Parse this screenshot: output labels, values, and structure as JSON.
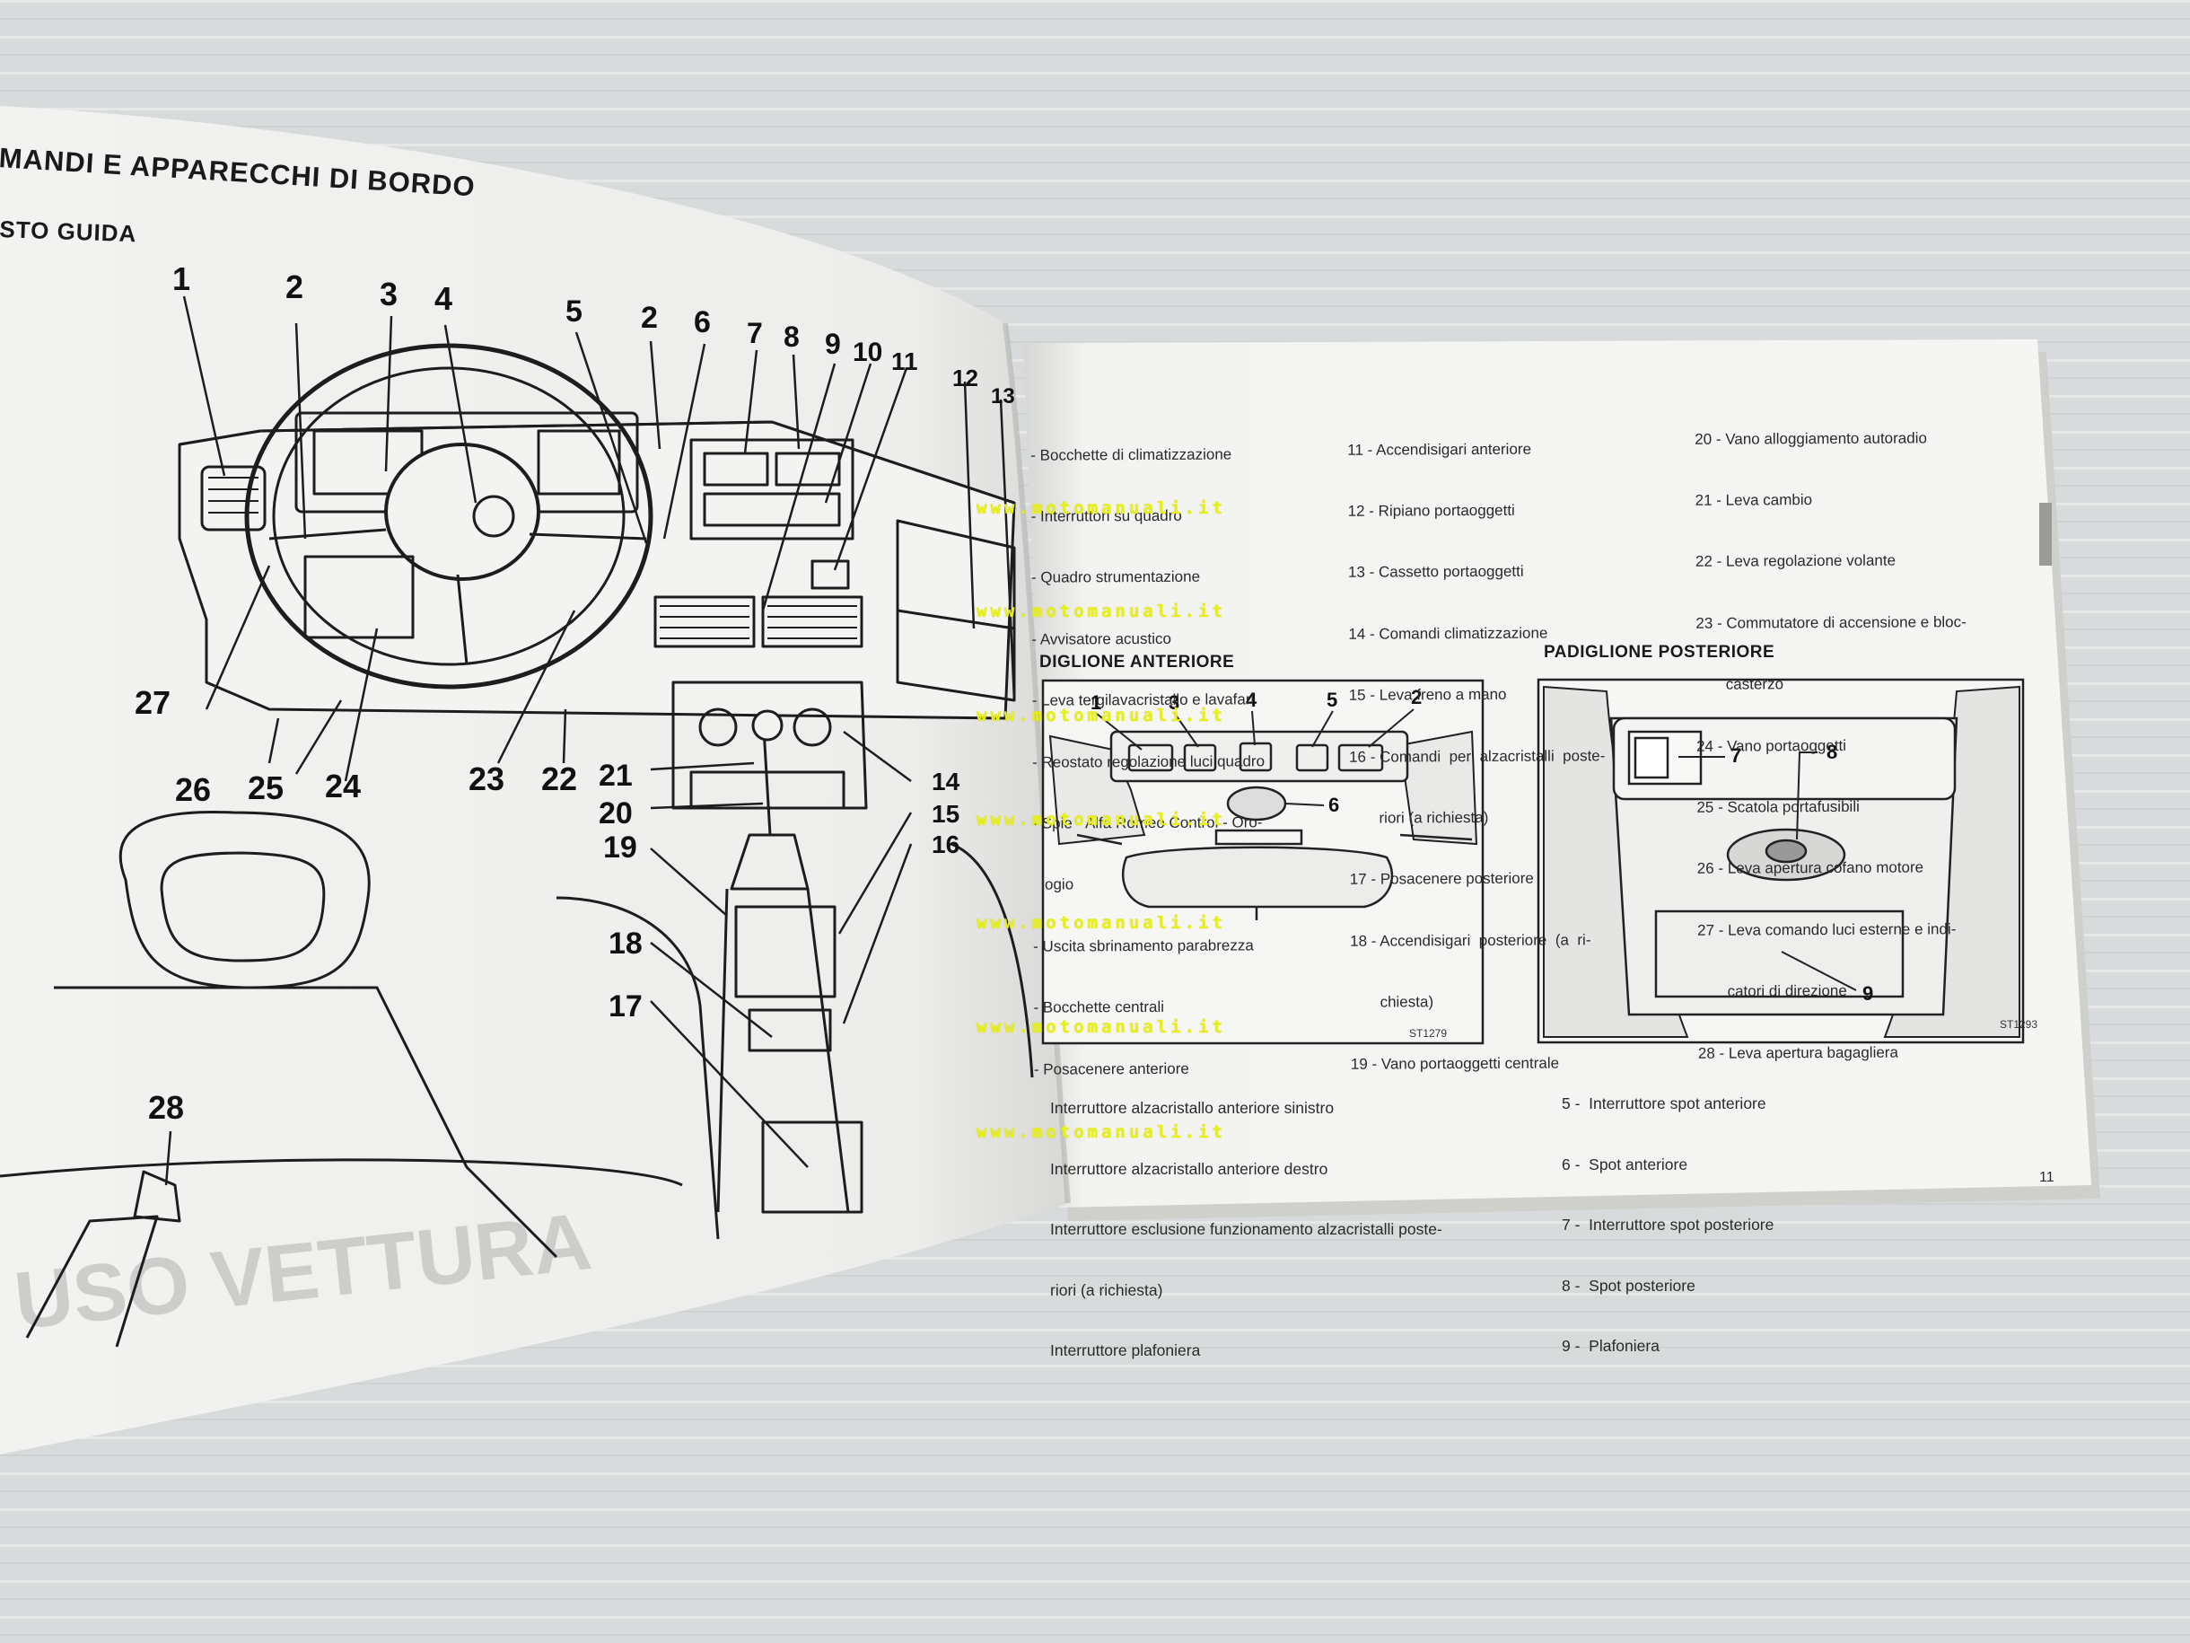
{
  "left_page": {
    "title": "MANDI E APPARECCHI DI BORDO",
    "subtitle": "STO GUIDA",
    "callouts": [
      "1",
      "2",
      "3",
      "4",
      "5",
      "2",
      "6",
      "7",
      "8",
      "9",
      "10",
      "11",
      "12",
      "13",
      "14",
      "15",
      "16",
      "17",
      "18",
      "19",
      "20",
      "21",
      "22",
      "23",
      "24",
      "25",
      "26",
      "27",
      "28"
    ],
    "bg_text": "USO VETTURA"
  },
  "right_page": {
    "legend_col1": [
      "- Bocchette di climatizzazione",
      "- Interruttori su quadro",
      "- Quadro strumentazione",
      "- Avvisatore acustico",
      "- Leva tergilavacristallo e lavafari",
      "- Reostato regolazione luci quadro",
      "- Spie - Alfa Romeo Control - Oro-",
      "  logio",
      "- Uscita sbrinamento parabrezza",
      "- Bocchette centrali",
      "- Posacenere anteriore"
    ],
    "legend_col2": [
      "11 - Accendisigari anteriore",
      "12 - Ripiano portaoggetti",
      "13 - Cassetto portaoggetti",
      "14 - Comandi climatizzazione",
      "15 - Leva freno a mano",
      "16 - Comandi  per  alzacristalli  poste-",
      "       riori (a richiesta)",
      "17 - Posacenere posteriore",
      "18 - Accendisigari  posteriore  (a  ri-",
      "       chiesta)",
      "19 - Vano portaoggetti centrale"
    ],
    "legend_col3": [
      "20 - Vano alloggiamento autoradio",
      "21 - Leva cambio",
      "22 - Leva regolazione volante",
      "23 - Commutatore di accensione e bloc-",
      "       casterzo",
      "24 - Vano portaoggetti",
      "25 - Scatola portafusibili",
      "26 - Leva apertura cofano motore",
      "27 - Leva comando luci esterne e indi-",
      "       catori di direzione",
      "28 - Leva apertura bagagliera"
    ],
    "front_header": "PADIGLIONE ANTERIORE",
    "front_header_visible": "DIGLIONE ANTERIORE",
    "rear_header": "PADIGLIONE POSTERIORE",
    "front_callouts": [
      "1",
      "3",
      "4",
      "5",
      "2",
      "6"
    ],
    "rear_callouts": [
      "7",
      "8",
      "9"
    ],
    "front_code": "ST1279",
    "rear_code": "ST1293",
    "front_legend": [
      "Interruttore alzacristallo anteriore sinistro",
      "Interruttore alzacristallo anteriore destro",
      "Interruttore esclusione funzionamento alzacristalli poste-",
      "riori (a richiesta)",
      "Interruttore plafoniera"
    ],
    "rear_legend": [
      "5 -  Interruttore spot anteriore",
      "6 -  Spot anteriore",
      "7 -  Interruttore spot posteriore",
      "8 -  Spot posteriore",
      "9 -  Plafoniera"
    ],
    "page_number": "11"
  },
  "watermark": "www.motomanuali.it",
  "colors": {
    "background": "#d9dcdc",
    "paper": "#f4f4f2",
    "ink": "#1a1a1a",
    "watermark": "#e8f01a"
  }
}
